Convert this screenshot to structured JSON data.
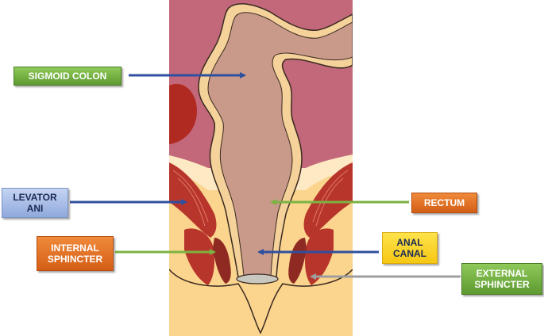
{
  "labels": {
    "sigmoid_colon": "SIGMOID COLON",
    "levator_ani": "LEVATOR\nANI",
    "internal_sphincter": "INTERNAL\nSPHINCTER",
    "rectum": "RECTUM",
    "anal_canal": "ANAL\nCANAL",
    "external_sphincter": "EXTERNAL\nSPHINCTER"
  },
  "colors": {
    "label_green": "#6aa63a",
    "label_blue": "#a9bde6",
    "label_orange": "#e5722a",
    "label_yellow": "#fad72a",
    "arrow_blue": "#2f4f9f",
    "arrow_green": "#7cb342",
    "arrow_gray": "#9e9e9e",
    "colon_fill": "#c99a8a",
    "colon_outline": "#f5d29a",
    "pelvis_bg": "#c2687a",
    "fat": "#fbd48e",
    "muscle": "#b8352c"
  }
}
